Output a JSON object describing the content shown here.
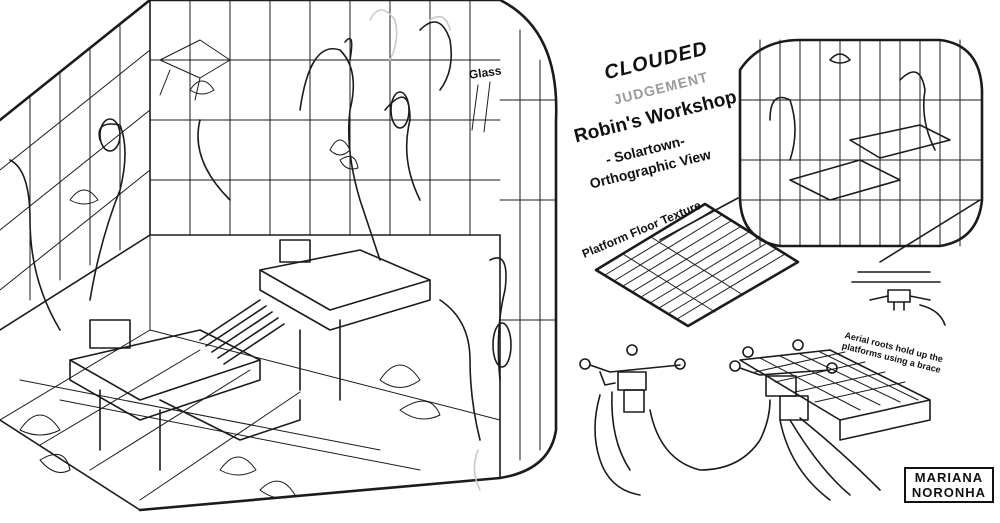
{
  "logo": {
    "line1": "CLOUDED",
    "line2": "JUDGEMENT"
  },
  "title": "Robin's Workshop",
  "subtitle_line1": "- Solartown-",
  "subtitle_line2": "Orthographic View",
  "labels": {
    "glass": "Glass",
    "platform_floor_texture": "Platform Floor Texture",
    "aerial_roots_note": "Aerial roots hold up the platforms using a brace"
  },
  "signature": {
    "line1": "MARIANA",
    "line2": "NORONHA"
  },
  "colors": {
    "ink": "#1b1b1b",
    "paper": "#ffffff",
    "ghost": "#c9c9c9",
    "subtitle_grey": "#9a9a9a"
  }
}
